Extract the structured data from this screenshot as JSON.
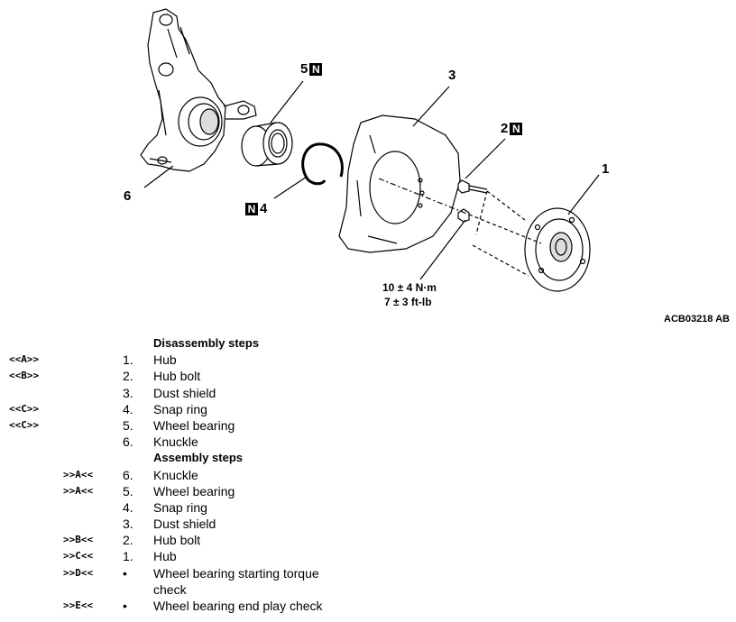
{
  "figure": {
    "callouts": {
      "c1": "1",
      "c2": "2",
      "c3": "3",
      "c4": "4",
      "c5": "5",
      "c6": "6",
      "n_mark": "N"
    },
    "torque_line1": "10 ± 4 N·m",
    "torque_line2": "7 ± 3 ft-lb",
    "figure_code": "ACB03218 AB"
  },
  "steps": {
    "disassembly_title": "Disassembly steps",
    "disassembly": [
      {
        "ref": "<<A>>",
        "num": "1.",
        "text": "Hub"
      },
      {
        "ref": "<<B>>",
        "num": "2.",
        "text": "Hub bolt"
      },
      {
        "ref": "",
        "num": "3.",
        "text": "Dust shield"
      },
      {
        "ref": "<<C>>",
        "num": "4.",
        "text": "Snap ring"
      },
      {
        "ref": "<<C>>",
        "num": "5.",
        "text": "Wheel bearing"
      },
      {
        "ref": "",
        "num": "6.",
        "text": "Knuckle"
      }
    ],
    "assembly_title": "Assembly steps",
    "assembly": [
      {
        "ref": ">>A<<",
        "num": "6.",
        "text": "Knuckle"
      },
      {
        "ref": ">>A<<",
        "num": "5.",
        "text": "Wheel bearing"
      },
      {
        "ref": "",
        "num": "4.",
        "text": "Snap ring"
      },
      {
        "ref": "",
        "num": "3.",
        "text": "Dust shield"
      },
      {
        "ref": ">>B<<",
        "num": "2.",
        "text": "Hub bolt"
      },
      {
        "ref": ">>C<<",
        "num": "1.",
        "text": "Hub"
      },
      {
        "ref": ">>D<<",
        "num": "•",
        "text": "Wheel bearing starting torque",
        "text2": "check"
      },
      {
        "ref": ">>E<<",
        "num": "•",
        "text": "Wheel bearing end play check"
      }
    ]
  }
}
